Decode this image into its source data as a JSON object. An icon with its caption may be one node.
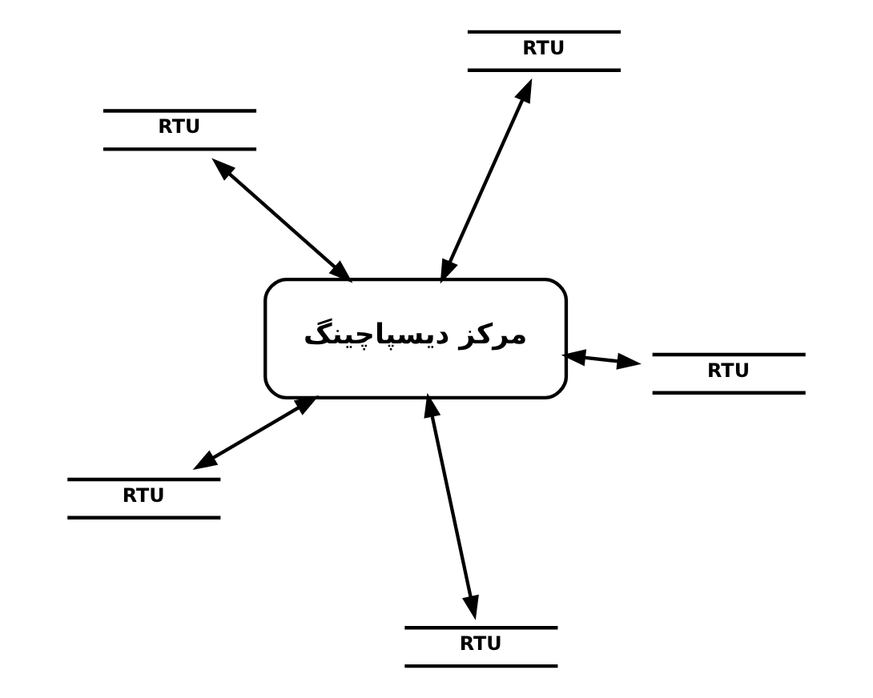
{
  "diagram": {
    "nodes": [
      {
        "text": [
          "RTU"
        ]
      },
      {
        "text": [
          "RTU"
        ]
      },
      {
        "text": [
          "RTU"
        ]
      },
      {
        "text": [
          "مرکز دیسپاچینگ"
        ]
      },
      {
        "text": [
          "RTU"
        ]
      },
      {
        "text": [
          "RTU"
        ]
      }
    ],
    "edges": [
      {
        "from": 3,
        "to": 0,
        "arrow": "both"
      },
      {
        "from": 3,
        "to": 1,
        "arrow": "both"
      },
      {
        "from": 3,
        "to": 2,
        "arrow": "both"
      },
      {
        "from": 3,
        "to": 4,
        "arrow": "both"
      },
      {
        "from": 3,
        "to": 5,
        "arrow": "both"
      }
    ]
  }
}
